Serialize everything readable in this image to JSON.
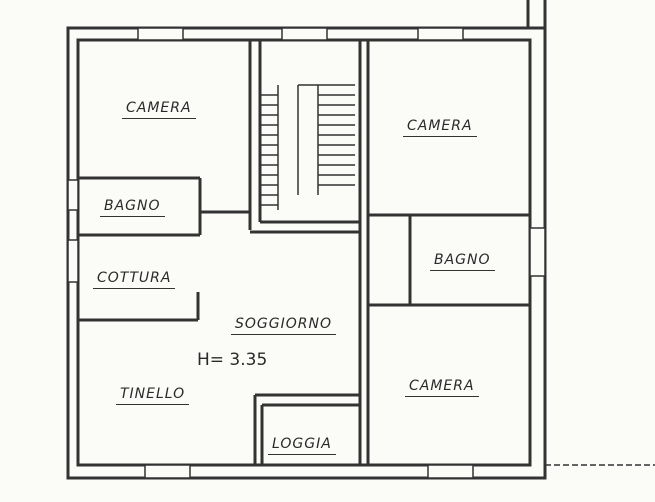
{
  "rooms": {
    "camera_top_left": "CAMERA",
    "camera_top_right": "CAMERA",
    "bagno_left": "BAGNO",
    "cottura": "COTTURA",
    "bagno_right": "BAGNO",
    "soggiorno": "SOGGIORNO",
    "tinello": "TINELLO",
    "camera_bottom_right": "CAMERA",
    "loggia": "LOGGIA"
  },
  "ceiling_height": "H= 3.35"
}
